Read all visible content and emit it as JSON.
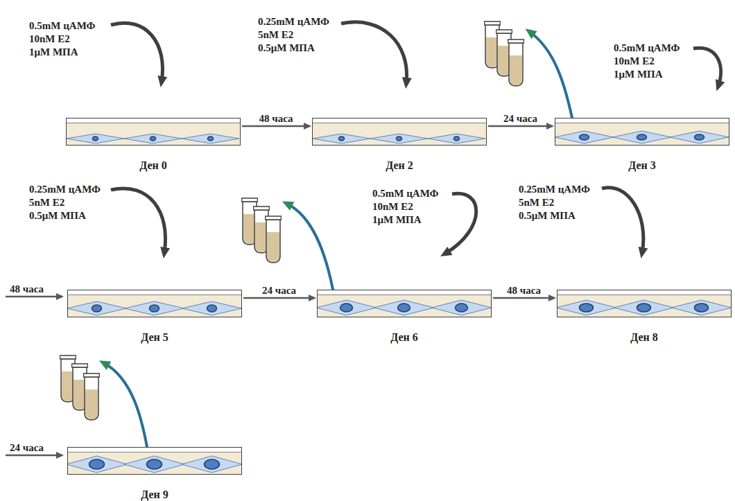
{
  "diagram": {
    "nodes": [
      {
        "text": [
          "Ден 0"
        ]
      },
      {
        "text": [
          "Ден 2"
        ]
      },
      {
        "text": [
          "Ден 3"
        ]
      },
      {
        "text": [
          "Ден 5"
        ]
      },
      {
        "text": [
          "Ден 6"
        ]
      },
      {
        "text": [
          "Ден 8"
        ]
      },
      {
        "text": [
          "Ден 9"
        ]
      }
    ],
    "edges": [
      {
        "from": 0,
        "to": 1,
        "arrow": "to",
        "label": "48 часа"
      },
      {
        "from": 1,
        "to": 2,
        "arrow": "to",
        "label": "24 часа"
      },
      {
        "from": 3,
        "to": 4,
        "arrow": "to",
        "label": "24 часа"
      },
      {
        "from": 4,
        "to": 5,
        "arrow": "to",
        "label": "48 часа"
      }
    ],
    "labels": [
      "0.5mM цАМФ",
      "10nM E2",
      "1μM МПА",
      "0.25mM цАМФ",
      "5nM E2",
      "0.5μM МПА",
      "0.5mM цАМФ",
      "10nM E2",
      "1μM МПА",
      "0.25mM цАМФ",
      "5nM E2",
      "0.5μM МПА",
      "0.5mM цАМФ",
      "10nM E2",
      "1μM МПА",
      "0.25mM цАМФ",
      "5nM E2",
      "0.5μM МПА",
      "48 часа",
      "24 часа"
    ]
  }
}
